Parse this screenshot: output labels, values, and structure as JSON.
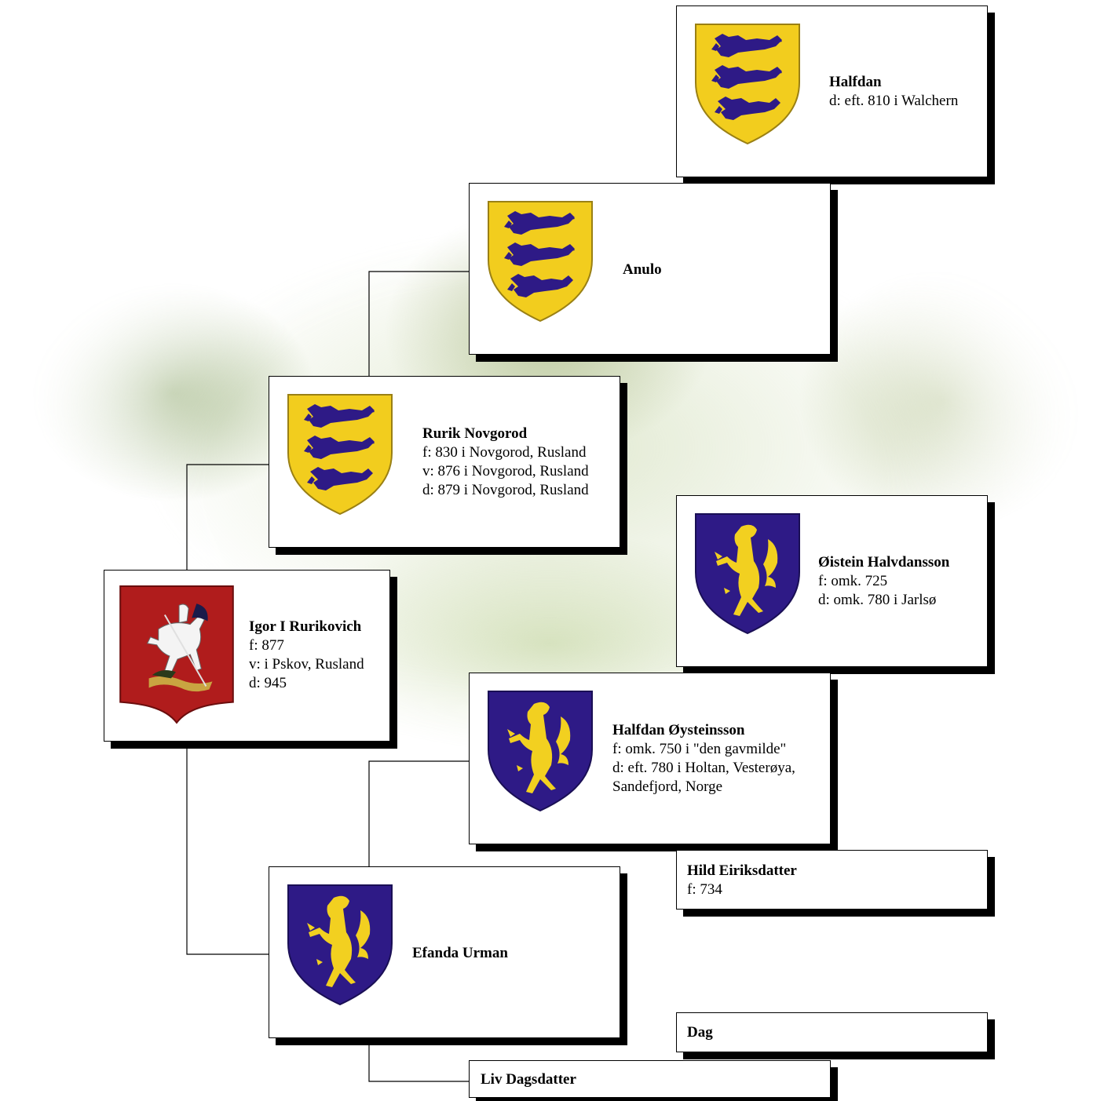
{
  "people": {
    "halfdan": {
      "name": "Halfdan",
      "d": "d: eft. 810 i Walchern"
    },
    "anulo": {
      "name": "Anulo"
    },
    "rurik": {
      "name": "Rurik Novgorod",
      "f": "f: 830 i Novgorod, Rusland",
      "v": "v: 876 i Novgorod, Rusland",
      "d": "d: 879 i Novgorod, Rusland"
    },
    "oistein": {
      "name": "Øistein Halvdansson",
      "f": "f: omk. 725",
      "d": "d: omk. 780 i Jarlsø"
    },
    "igor": {
      "name": "Igor I Rurikovich",
      "f": "f: 877",
      "v": "v: i Pskov, Rusland",
      "d": "d: 945"
    },
    "halfdan_o": {
      "name": "Halfdan Øysteinsson",
      "f": "f: omk. 750 i \"den gavmilde\"",
      "d1": "d: eft. 780 i Holtan, Vesterøya,",
      "d2": "Sandefjord, Norge"
    },
    "hild": {
      "name": "Hild Eiriksdatter",
      "f": "f: 734"
    },
    "efanda": {
      "name": "Efanda Urman"
    },
    "dag": {
      "name": "Dag"
    },
    "liv": {
      "name": "Liv Dagsdatter"
    }
  },
  "colors": {
    "shield_gold": "#f2cd1e",
    "shield_blue": "#2e1a86",
    "shield_red": "#b01c1c"
  },
  "icons": {
    "lions": "three-lions-shield-icon",
    "lion_rampant": "rampant-lion-shield-icon",
    "st_george": "st-george-shield-icon"
  }
}
